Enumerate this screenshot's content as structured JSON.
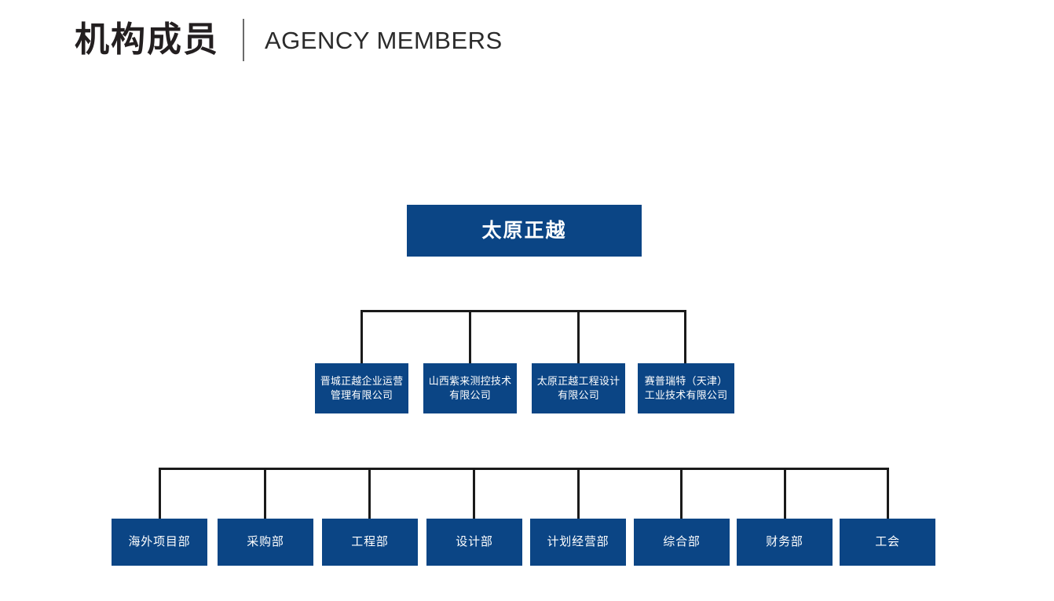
{
  "header": {
    "title_cn": "机构成员",
    "title_en": "AGENCY MEMBERS",
    "divider": "vertical-rule"
  },
  "theme": {
    "box_fill": "#0b4585",
    "box_text": "#ffffff",
    "connector": "#1a1a1a",
    "title_color": "#231f20",
    "background": "#ffffff"
  },
  "org_chart": {
    "root": {
      "label": "太原正越"
    },
    "subsidiaries": [
      {
        "label": "晋城正越企业运营管理有限公司"
      },
      {
        "label": "山西紫来测控技术有限公司"
      },
      {
        "label": "太原正越工程设计有限公司"
      },
      {
        "label": "赛普瑞特（天津）工业技术有限公司"
      }
    ],
    "departments": [
      {
        "label": "海外项目部"
      },
      {
        "label": "采购部"
      },
      {
        "label": "工程部"
      },
      {
        "label": "设计部"
      },
      {
        "label": "计划经营部"
      },
      {
        "label": "综合部"
      },
      {
        "label": "财务部"
      },
      {
        "label": "工会"
      }
    ]
  }
}
